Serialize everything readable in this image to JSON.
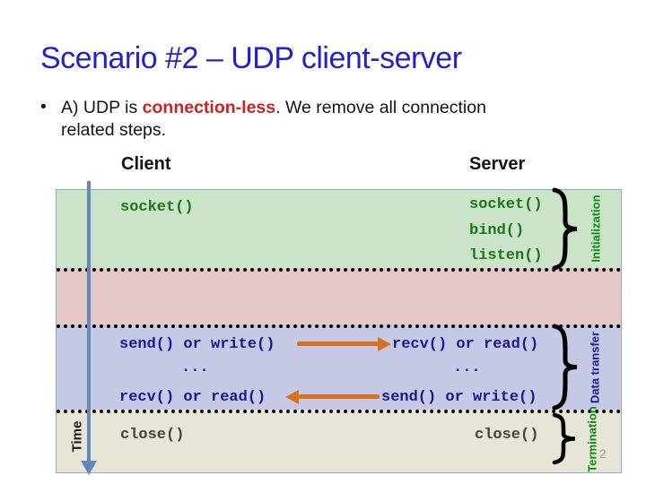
{
  "slide": {
    "title": "Scenario #2 – UDP client-server",
    "bullet_marker": "•",
    "bullet": {
      "prefix": "A) UDP is ",
      "highlight": "connection-less",
      "suffix": ". We remove all connection related steps."
    },
    "page_number": "2"
  },
  "colors": {
    "title_blue": "#2222cc",
    "highlight_red": "#cc2222",
    "initialization_band": "#cbe3c9",
    "gap_band": "#e5c7c7",
    "data_transfer_band": "#c5c9e6",
    "termination_band": "#e7e5d6",
    "green_code": "#187818",
    "navy_code": "#19198c",
    "close_code": "#454239",
    "message_arrow_orange": "#d8701e",
    "time_arrow_blue": "#6488b8"
  },
  "diagram": {
    "client_header": "Client",
    "server_header": "Server",
    "time_label": "Time",
    "initialization": {
      "label": "Initialization",
      "client_calls": [
        "socket()"
      ],
      "server_calls": [
        "socket()",
        "bind()",
        "listen()"
      ]
    },
    "data_transfer": {
      "label": "Data transfer",
      "rows": [
        {
          "client": "send() or write()",
          "server": "recv() or read()",
          "arrow": "right"
        },
        {
          "client": "...",
          "server": "...",
          "arrow": "none"
        },
        {
          "client": "recv() or read()",
          "server": "send() or write()",
          "arrow": "left"
        }
      ]
    },
    "termination": {
      "label": "Termination",
      "client_call": "close()",
      "server_call": "close()"
    }
  }
}
